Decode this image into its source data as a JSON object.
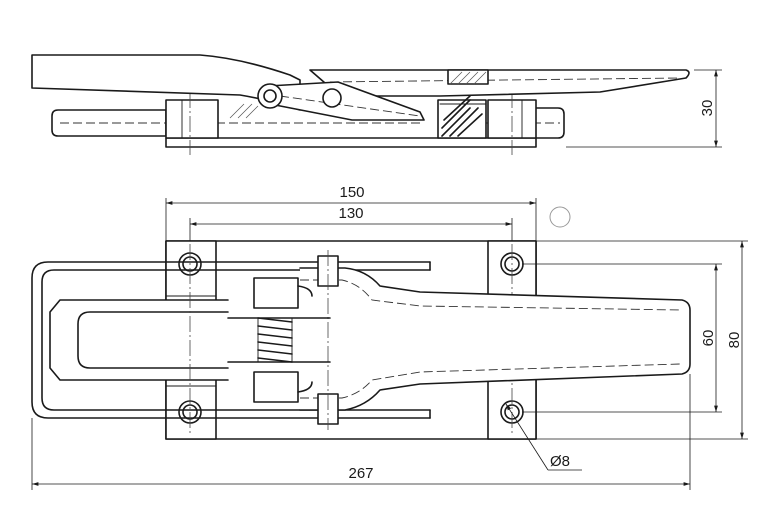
{
  "dimensions": {
    "height_side": "30",
    "length_150": "150",
    "length_130": "130",
    "height_60": "60",
    "height_80": "80",
    "hole_diameter": "Ø8",
    "overall_length": "267"
  },
  "icons": {
    "marker": "circle-marker-icon"
  }
}
